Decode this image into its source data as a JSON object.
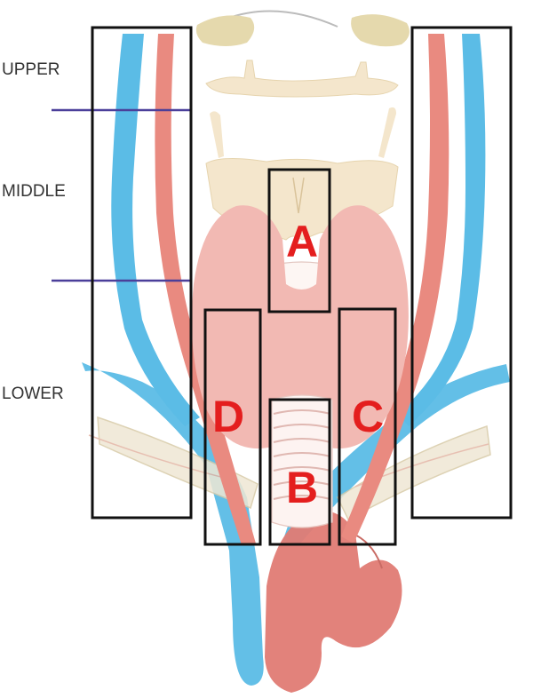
{
  "levels": {
    "upper": "UPPER",
    "middle": "MIDDLE",
    "lower": "LOWER"
  },
  "regions": {
    "a": "A",
    "b": "B",
    "c": "C",
    "d": "D"
  },
  "colors": {
    "vein": "#5bbce6",
    "artery": "#e98a80",
    "thyroid": "#f2b9b3",
    "larynx": "#f4e6cc",
    "bone": "#e5d9ad",
    "aorta": "#e07b74",
    "divider": "#4b3f9a",
    "letter": "#e41e1e",
    "box": "#111111"
  }
}
